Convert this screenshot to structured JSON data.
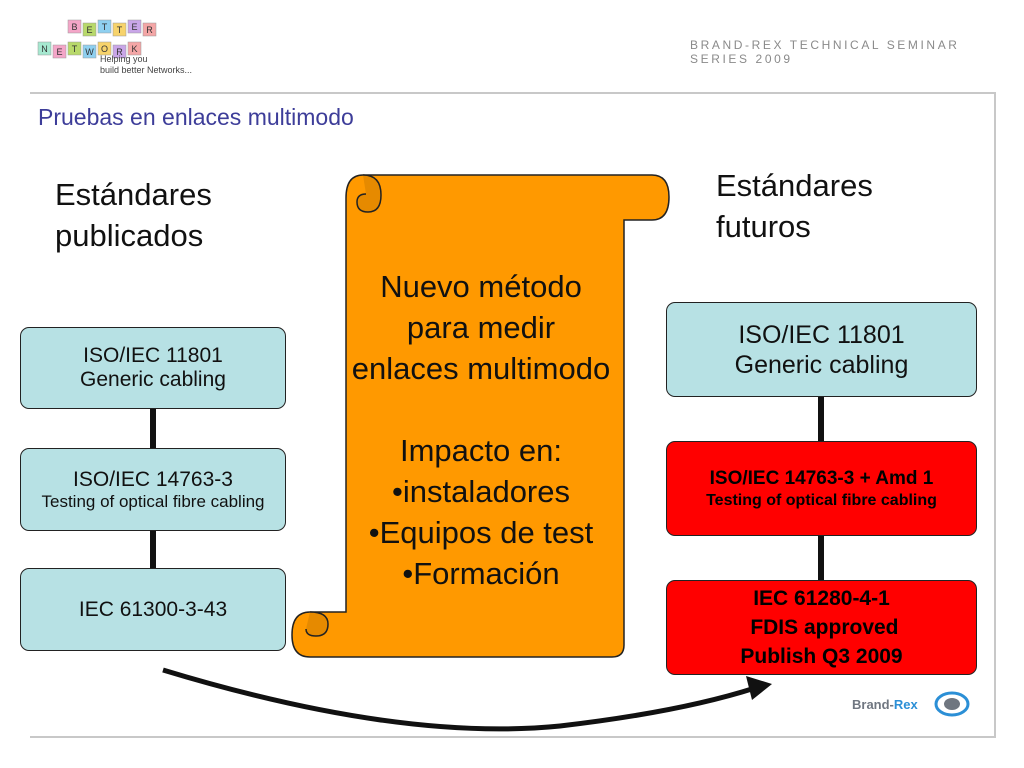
{
  "header": {
    "series": "BRAND-REX TECHNICAL SEMINAR SERIES 2009",
    "logo_letters": [
      "B",
      "E",
      "T",
      "T",
      "E",
      "R",
      "N",
      "E",
      "T",
      "W",
      "O",
      "R",
      "K"
    ],
    "logo_tagline_1": "Helping you",
    "logo_tagline_2": "build better Networks..."
  },
  "slide_title": "Pruebas en enlaces multimodo",
  "left": {
    "heading_1": "Estándares",
    "heading_2": "publicados",
    "boxes": [
      {
        "line1": "ISO/IEC 11801",
        "line2": "Generic cabling"
      },
      {
        "line1": "ISO/IEC  14763-3",
        "line2": "Testing of optical fibre cabling"
      },
      {
        "line1": "IEC 61300-3-43"
      }
    ]
  },
  "right": {
    "heading_1": "Estándares",
    "heading_2": "futuros",
    "boxes": [
      {
        "line1": "ISO/IEC 11801",
        "line2": "Generic cabling"
      },
      {
        "line1": "ISO/IEC  14763-3 + Amd 1",
        "line2": "Testing of optical fibre cabling"
      },
      {
        "line1": "IEC 61280-4-1",
        "line2": " FDIS approved",
        "line3": "Publish Q3  2009"
      }
    ]
  },
  "scroll": {
    "line1": "Nuevo método",
    "line2": "para medir",
    "line3": "enlaces multimodo",
    "line4": "Impacto en:",
    "line5": "•instaladores",
    "line6": "•Equipos de test",
    "line7": "•Formación"
  },
  "brand": {
    "part1": "Brand-",
    "part2": "Rex"
  },
  "colors": {
    "title": "#3d3d99",
    "box_cyan": "#b7e1e4",
    "box_red": "#ff0000",
    "scroll_fill": "#ff9900",
    "scroll_stroke": "#222222"
  }
}
